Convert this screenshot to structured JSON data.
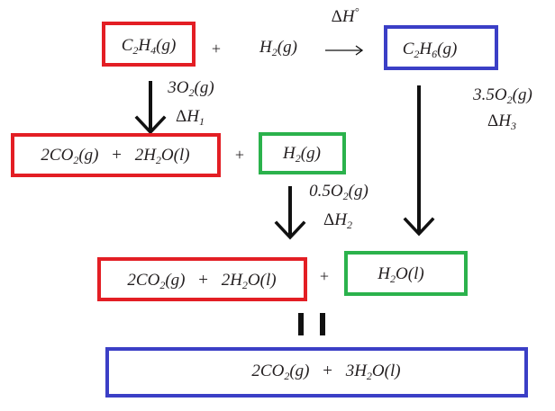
{
  "top": {
    "reactant1": "C2H4(g)",
    "plus1": "+",
    "reactant2": "H2(g)",
    "dh_label": "ΔH°",
    "product": "C2H6(g)"
  },
  "path1": {
    "oxygen": "3O2(g)",
    "dh": "ΔH1",
    "products": "2CO2(g) + 2H2O(l)",
    "plus": "+",
    "h2": "H2(g)"
  },
  "path2": {
    "oxygen": "0.5O2(g)",
    "dh": "ΔH2",
    "products": "2CO2(g) + 2H2O(l)",
    "plus": "+",
    "water": "H2O(l)"
  },
  "path3": {
    "oxygen": "3.5O2(g)",
    "dh": "ΔH3"
  },
  "equals": "=",
  "final": {
    "products": "2CO2(g) + 3H2O(l)"
  },
  "colors": {
    "red": "#e31e24",
    "blue": "#3b3fc6",
    "green": "#2bb24c",
    "ink": "#231f20"
  }
}
